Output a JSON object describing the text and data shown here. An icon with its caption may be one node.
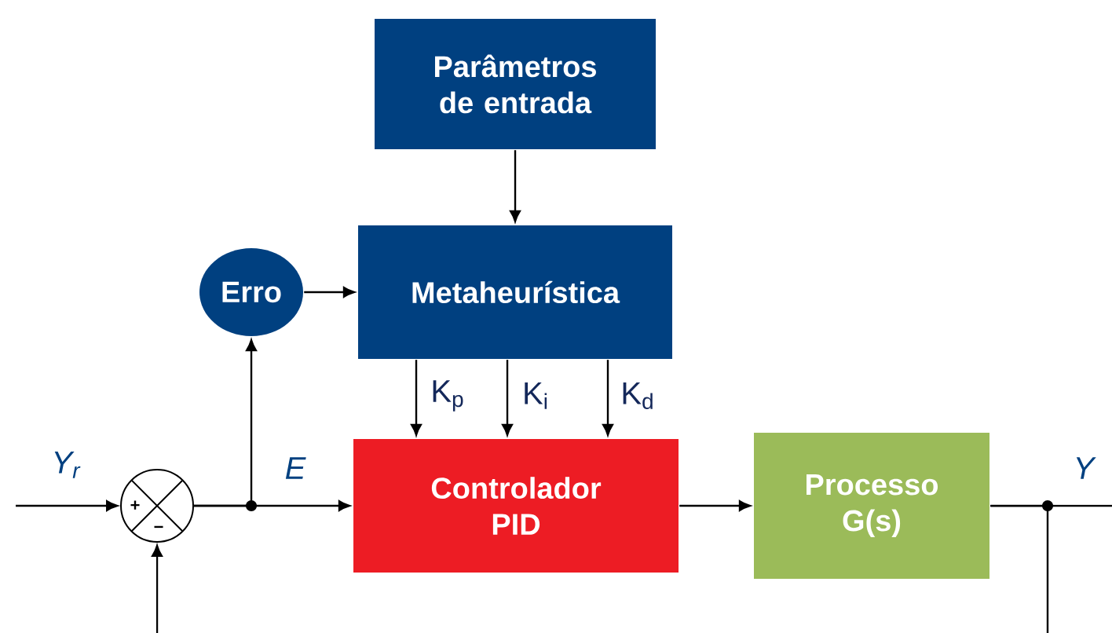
{
  "diagram": {
    "nodes": [
      {
        "text": [
          "Parâmetros de entrada"
        ]
      },
      {
        "text": [
          "Erro"
        ]
      },
      {
        "text": [
          "Metaheurística"
        ]
      },
      {
        "text": [
          "Controlador PID"
        ]
      },
      {
        "text": [
          "Processo G(s)"
        ]
      },
      {
        "text": [],
        "shape": "circle"
      }
    ],
    "edges": [
      {
        "from": 0,
        "to": 2,
        "arrow": "to"
      },
      {
        "from": 1,
        "to": 2,
        "arrow": "to"
      },
      {
        "from": 2,
        "to": 3,
        "arrow": "to",
        "label": "K$_{p}$"
      },
      {
        "from": 2,
        "to": 3,
        "arrow": "to",
        "label": "K$_{i}$"
      },
      {
        "from": 2,
        "to": 3,
        "arrow": "to",
        "label": "K$_{d}$"
      },
      {
        "from": null,
        "to": 5,
        "arrow": "to",
        "label": "Y$_{r}$"
      },
      {
        "from": null,
        "to": 5,
        "arrow": "to"
      },
      {
        "from": 5,
        "to": 3,
        "arrow": "to",
        "label": "E"
      },
      {
        "from": 5,
        "to": 1,
        "arrow": "to"
      },
      {
        "from": 3,
        "to": 4,
        "arrow": "to"
      },
      {
        "from": 4,
        "to": null,
        "arrow": "none",
        "label": "Y"
      },
      {
        "from": 4,
        "to": null,
        "arrow": "none"
      }
    ],
    "labels": [
      "+",
      "−"
    ]
  }
}
